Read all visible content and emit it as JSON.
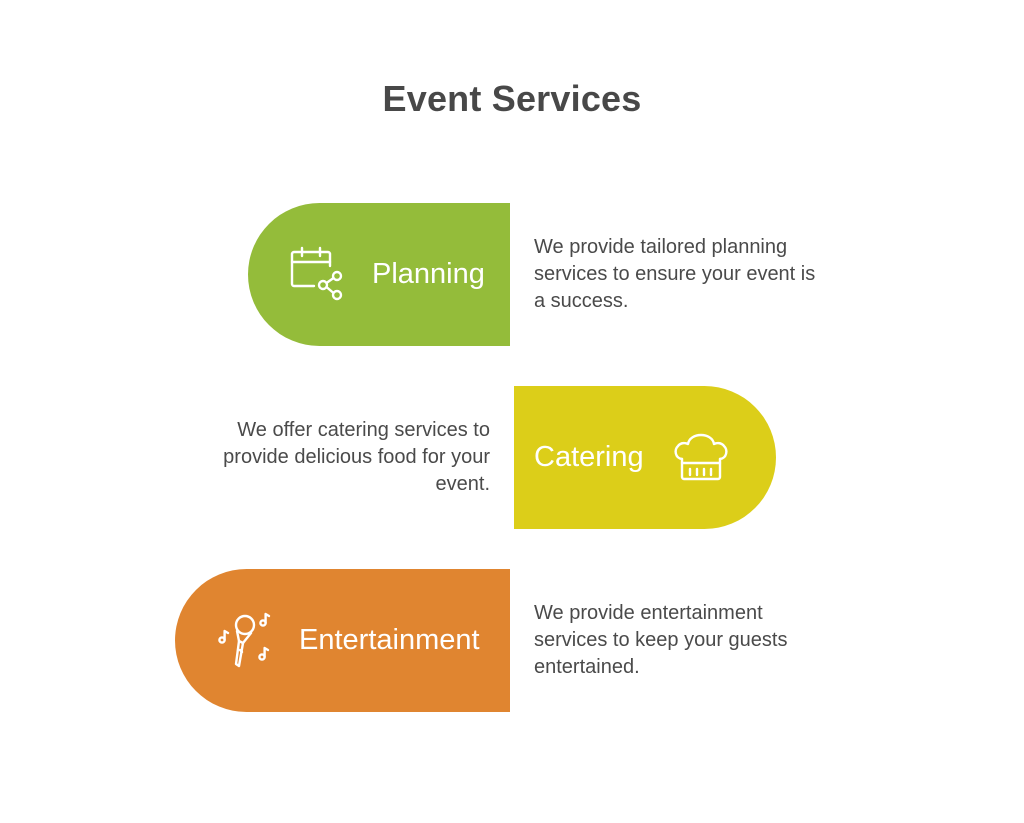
{
  "title": "Event Services",
  "colors": {
    "planning": "#94BC3A",
    "catering": "#DCCE19",
    "entertainment": "#E08530"
  },
  "services": [
    {
      "label": "Planning",
      "icon": "calendar-share-icon",
      "description_lines": [
        "We provide tailored planning",
        "services to ensure your event is",
        "a success."
      ]
    },
    {
      "label": "Catering",
      "icon": "chef-hat-icon",
      "description_lines": [
        "We offer catering services to",
        "provide delicious food for your",
        "event."
      ]
    },
    {
      "label": "Entertainment",
      "icon": "microphone-music-icon",
      "description_lines": [
        "We provide entertainment",
        "services to keep your guests",
        "entertained."
      ]
    }
  ]
}
